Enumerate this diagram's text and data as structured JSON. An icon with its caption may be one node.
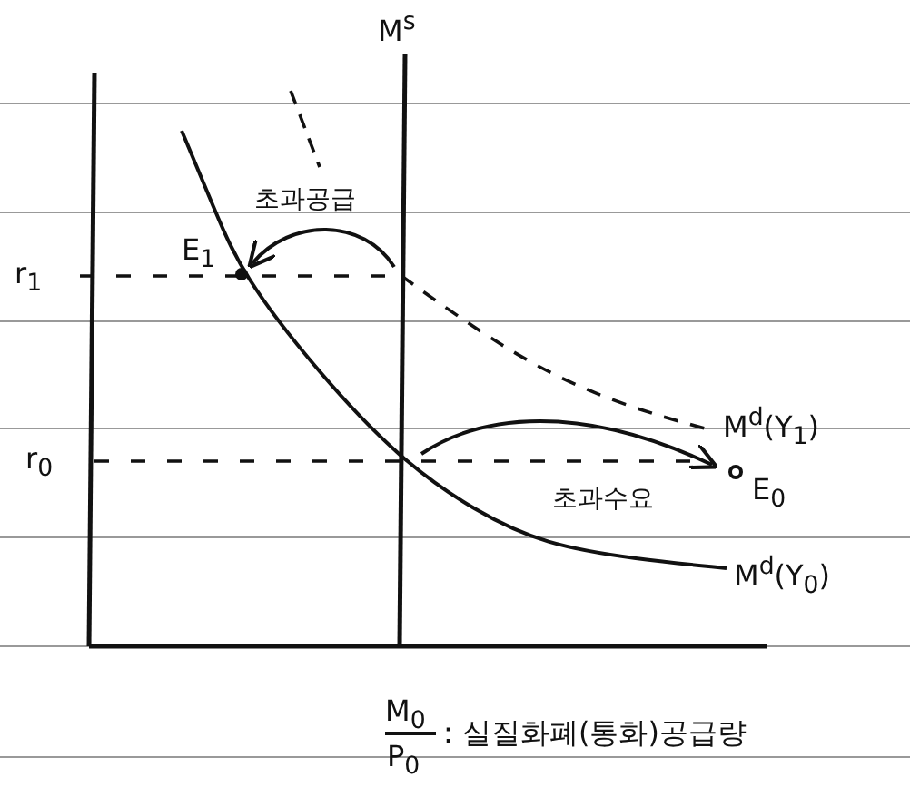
{
  "diagram": {
    "labels": [
      "M$^{s}$",
      "r$_{1}$",
      "E$_{1}$",
      "초과공급",
      "M$^{d}$(Y$_{1}$)",
      "r$_{0}$",
      "E$_{0}$",
      "초과수요",
      "M$^{d}$(Y$_{0}$)",
      "M$_{0}$",
      "P$_{0}$",
      ": 실질화폐(통화)공급량"
    ]
  }
}
